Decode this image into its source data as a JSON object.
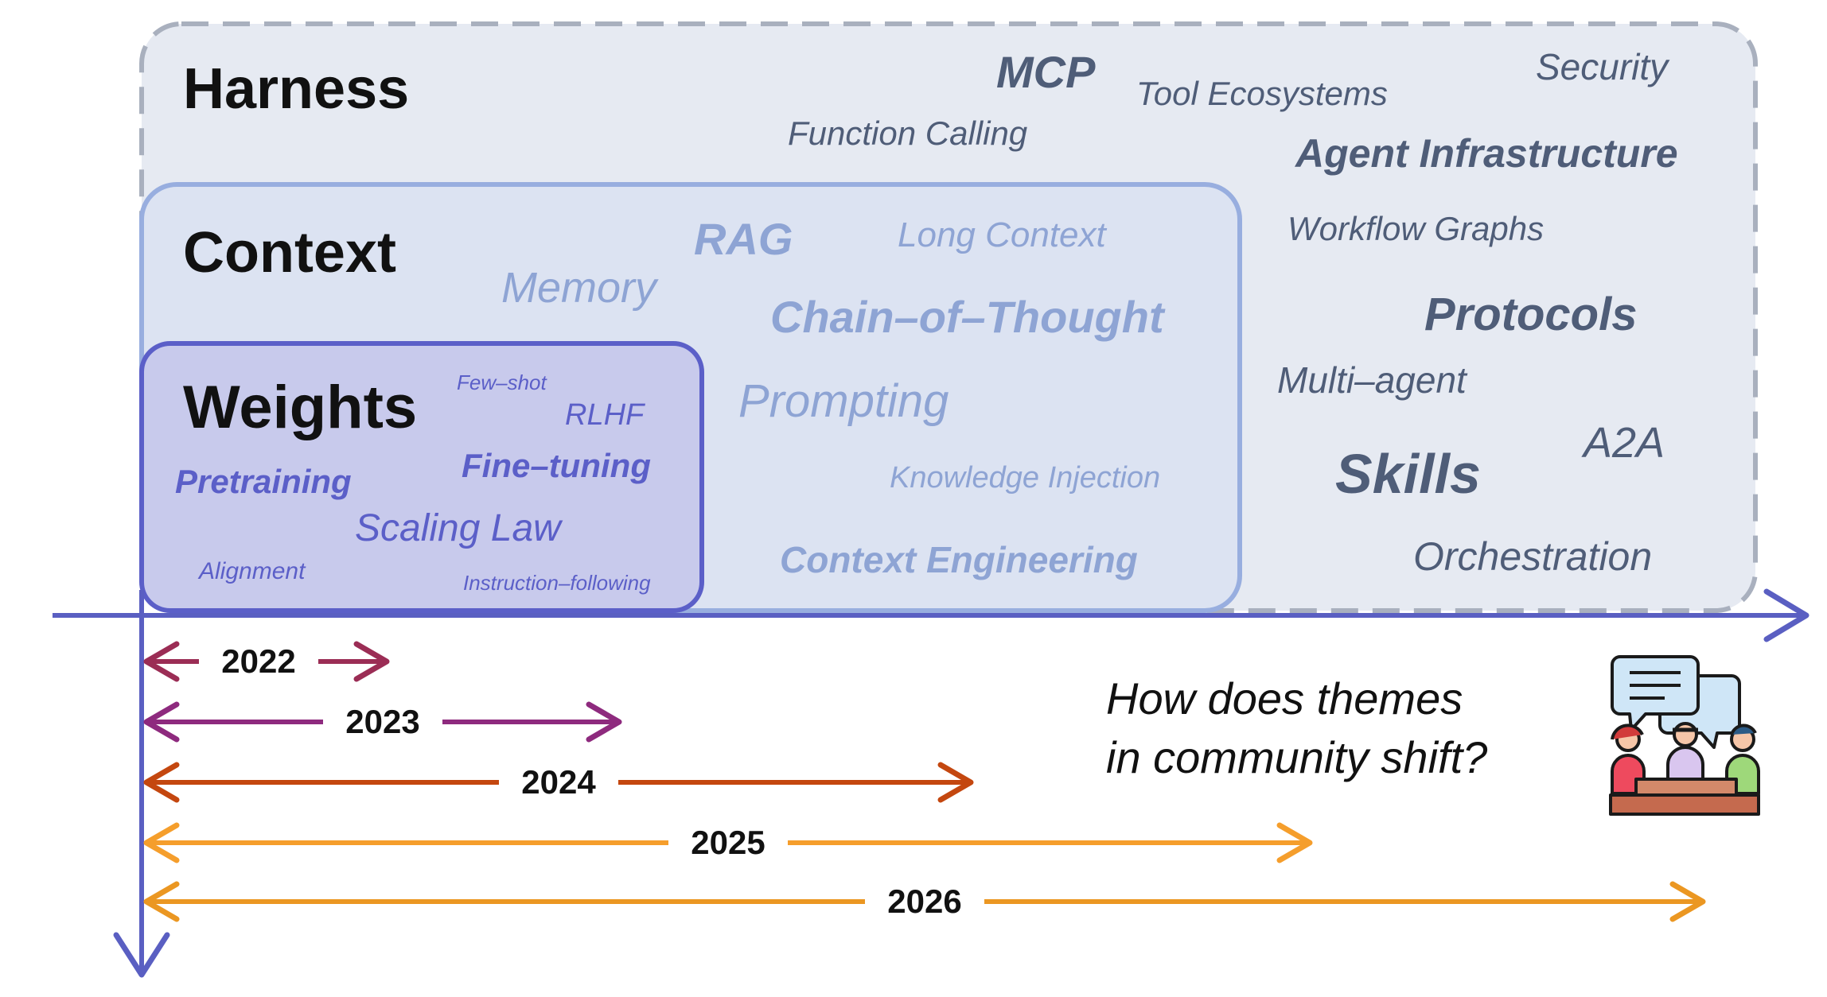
{
  "layers": {
    "harness": {
      "title": "Harness",
      "terms": [
        "MCP",
        "Tool Ecosystems",
        "Security",
        "Function Calling",
        "Agent Infrastructure",
        "Workflow Graphs",
        "Protocols",
        "Multi–agent",
        "A2A",
        "Skills",
        "Orchestration"
      ]
    },
    "context": {
      "title": "Context",
      "terms": [
        "RAG",
        "Long Context",
        "Memory",
        "Chain–of–Thought",
        "Prompting",
        "Knowledge Injection",
        "Context Engineering"
      ]
    },
    "weights": {
      "title": "Weights",
      "terms": [
        "Few–shot",
        "RLHF",
        "Fine–tuning",
        "Pretraining",
        "Scaling Law",
        "Alignment",
        "Instruction–following"
      ]
    }
  },
  "timeline": {
    "years": [
      "2022",
      "2023",
      "2024",
      "2025",
      "2026"
    ],
    "colors": [
      "#9B2D55",
      "#8E2A7E",
      "#C4470F",
      "#F59E2C",
      "#EB9722"
    ]
  },
  "question": {
    "line1": "How does themes",
    "line2": "in community shift?"
  },
  "icons": {
    "community": "community-discussion-icon"
  },
  "colors": {
    "axis": "#5A5FC2",
    "harness_bg": "#E6EAF2",
    "context_bg": "#DCE3F2",
    "weights_bg": "#C8CAEC",
    "harness_text": "#4F5D78",
    "context_text": "#8EA4D4",
    "weights_text": "#5B5FC8"
  }
}
